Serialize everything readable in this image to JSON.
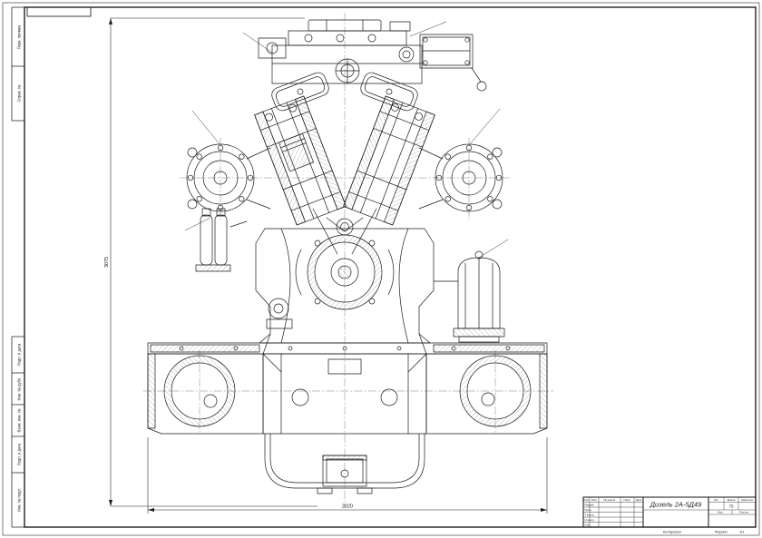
{
  "dimensions": {
    "height": "3075",
    "width": "2020"
  },
  "side_column": {
    "top": [
      "Перв. примен.",
      "Справ. №"
    ],
    "bottom": [
      "Подп. и дата",
      "Инв. № дубл.",
      "Взам. инв. №",
      "Подп. и дата",
      "Инв. № подл."
    ]
  },
  "title_block": {
    "doc_name": "Дизель 2А-5Д49",
    "header_cols": [
      "Изм.",
      "Лист",
      "№ докум.",
      "Подп.",
      "Дата"
    ],
    "role_rows": [
      "Разраб.",
      "Пров.",
      "Т.контр.",
      "Н.контр.",
      "Утв."
    ],
    "lit_label": "Лит.",
    "mass_label": "Масса",
    "scale_label": "Масштаб",
    "mass_value": "75",
    "sheet_label": "Лист",
    "sheets_label": "Листов",
    "copied_label": "Копировал",
    "format_label": "Формат",
    "format_value": "А1"
  }
}
